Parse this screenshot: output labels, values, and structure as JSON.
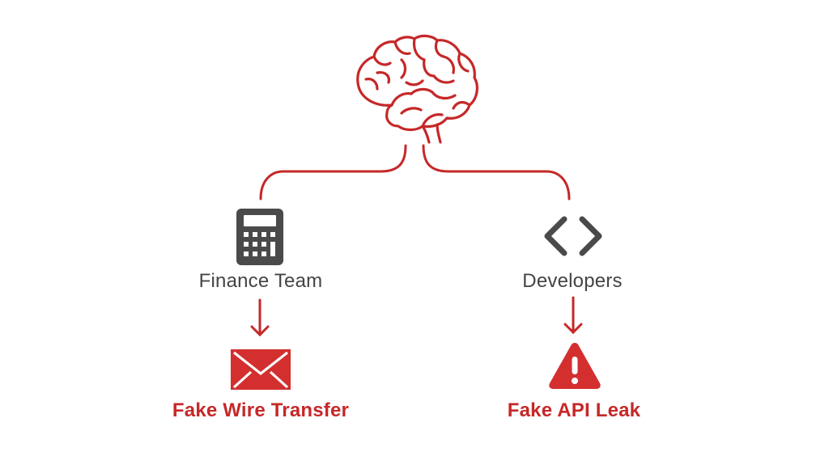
{
  "diagram": {
    "colors": {
      "accent": "#c62828",
      "icon_dark": "#4a4a4a",
      "text_dark": "#444444",
      "background": "#ffffff"
    },
    "root": {
      "icon": "brain-icon"
    },
    "branches": [
      {
        "label": "Finance Team",
        "icon": "calculator-icon",
        "outcome": {
          "label": "Fake Wire Transfer",
          "icon": "envelope-icon"
        }
      },
      {
        "label": "Developers",
        "icon": "code-brackets-icon",
        "outcome": {
          "label": "Fake API Leak",
          "icon": "warning-triangle-icon"
        }
      }
    ]
  }
}
